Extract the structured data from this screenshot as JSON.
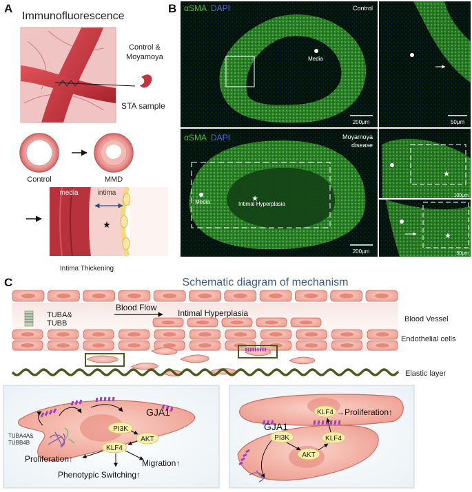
{
  "panel_a": {
    "letter": "A",
    "title": "Immunofluorescence",
    "sample_label_1": "Control &",
    "sample_label_2": "Moyamoya",
    "sta_label": "STA sample",
    "control_label": "Control",
    "mmd_label": "MMD",
    "media_label": "media",
    "intima_label": "intima",
    "caption": "Intima Thickening"
  },
  "panel_b": {
    "letter": "B",
    "stain_green": "αSMA",
    "stain_blue": "DAPI",
    "control_label": "Control",
    "disease_label_1": "Moyamoya",
    "disease_label_2": "disease",
    "media_label": "Media",
    "hyperplasia_label": "Intimal Hyperplasia",
    "scale_200": "200μm",
    "scale_50": "50μm",
    "scale_100": "100μm"
  },
  "panel_c": {
    "letter": "C",
    "title": "Schematic diagram of mechanism",
    "tubulin_label_1": "TUBA&",
    "tubulin_label_2": "TUBB",
    "blood_flow": "Blood Flow",
    "intimal_hyperplasia": "Intimal Hyperplasia",
    "blood_vessel": "Blood Vessel",
    "endothelial_cells": "Endothelial cells",
    "elastic_layer": "Elastic layer",
    "left_box": {
      "gja1": "GJA1",
      "tuba_label_1": "TUBA4A&",
      "tuba_label_2": "TUBB4B",
      "pi3k": "PI3K",
      "akt": "AKT",
      "klf4": "KLF4",
      "proliferation": "Proliferation↑",
      "migration": "Migration↑",
      "phenotypic": "Phenotypic Switching↑"
    },
    "right_box": {
      "gja1": "GJA1",
      "pi3k": "PI3K",
      "akt": "AKT",
      "klf4_a": "KLF4",
      "klf4_b": "KLF4",
      "proliferation": "→Proliferation↑"
    }
  },
  "colors": {
    "vessel_red": "#c8323a",
    "cell_pink": "#f2a49a",
    "cell_border": "#c96d62",
    "elastic_green": "#4a5a1a",
    "gja1_purple": "#9b3fd1",
    "node_yellow": "#f6efa8",
    "title_blue": "#3c5c82",
    "fluor_green": "#4fbf3a",
    "dapi_blue": "#4f6ee0"
  }
}
